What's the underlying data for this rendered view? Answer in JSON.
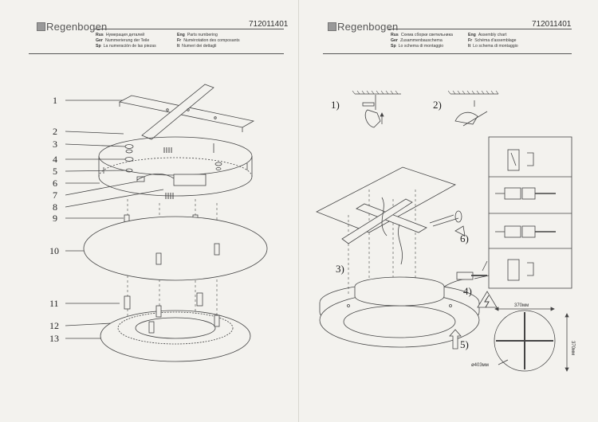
{
  "left": {
    "brand": "Regenbogen",
    "code": "712011401",
    "langs": [
      {
        "code": "Rus",
        "text": "Нумерация деталей"
      },
      {
        "code": "Ger",
        "text": "Nummerierung der Teile"
      },
      {
        "code": "Sp",
        "text": "La numeración de las piezas"
      },
      {
        "code": "Eng",
        "text": "Parts numbering"
      },
      {
        "code": "Fr",
        "text": "Numérotation des composants"
      },
      {
        "code": "It",
        "text": "Numeri dei dettagli"
      }
    ],
    "part_numbers": [
      "1",
      "2",
      "3",
      "4",
      "5",
      "6",
      "7",
      "8",
      "9",
      "10",
      "11",
      "12",
      "13"
    ]
  },
  "right": {
    "brand": "Regenbogen",
    "code": "712011401",
    "langs": [
      {
        "code": "Rus",
        "text": "Схема сборки светильника"
      },
      {
        "code": "Ger",
        "text": "Zusammenbauschema"
      },
      {
        "code": "Sp",
        "text": "Lo schema di montaggio"
      },
      {
        "code": "Eng",
        "text": "Assembly chart"
      },
      {
        "code": "Fr",
        "text": "Schéma d'assemblage"
      },
      {
        "code": "It",
        "text": "Lo schema di montaggio"
      }
    ],
    "steps": [
      "1)",
      "2)",
      "3)",
      "4)",
      "5)",
      "6)"
    ],
    "dimensions": {
      "width": "370мм",
      "height": "370мм",
      "diameter": "ø403мм"
    }
  }
}
